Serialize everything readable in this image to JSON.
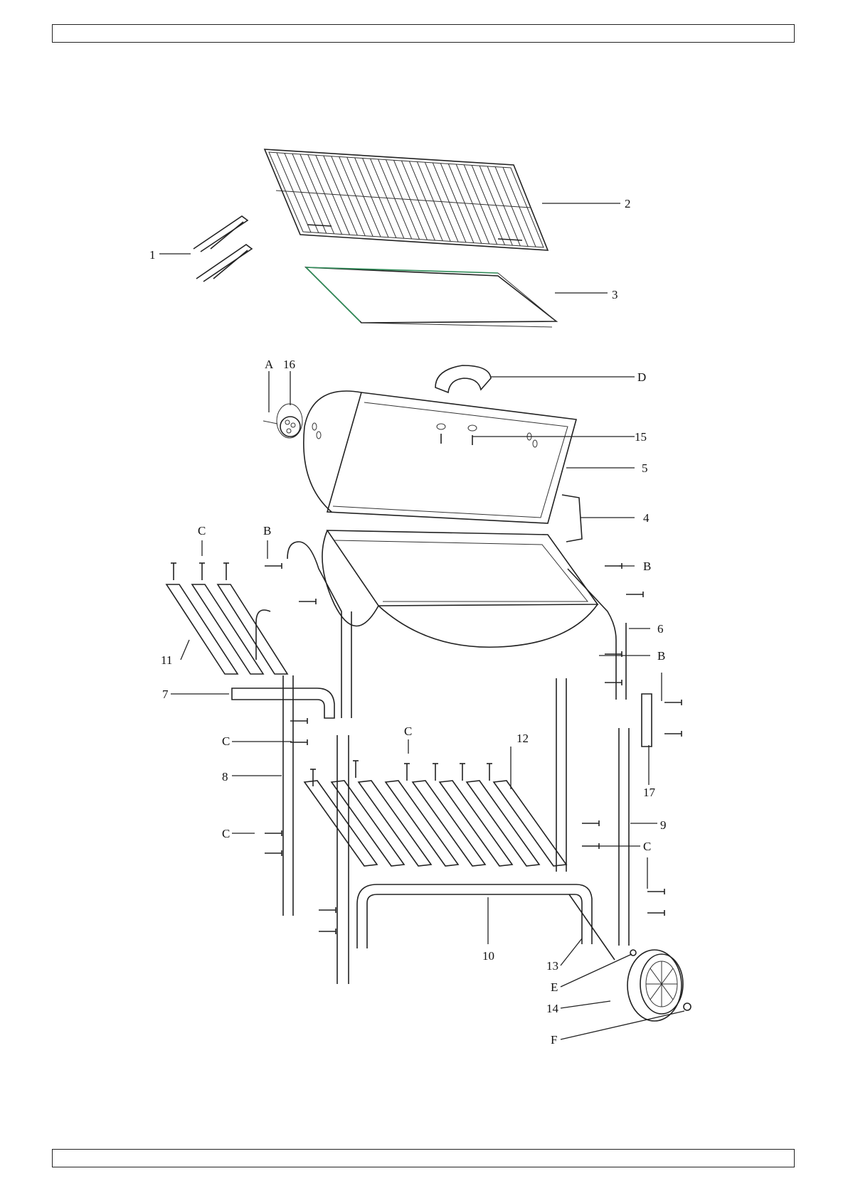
{
  "header": {
    "text": ""
  },
  "footer": {
    "text": ""
  },
  "callouts": [
    {
      "id": "c1",
      "text": "1"
    },
    {
      "id": "c2",
      "text": "2"
    },
    {
      "id": "c3",
      "text": "3"
    },
    {
      "id": "cA",
      "text": "A"
    },
    {
      "id": "c16",
      "text": "16"
    },
    {
      "id": "cD",
      "text": "D"
    },
    {
      "id": "c15",
      "text": "15"
    },
    {
      "id": "c5",
      "text": "5"
    },
    {
      "id": "c4",
      "text": "4"
    },
    {
      "id": "cC1",
      "text": "C"
    },
    {
      "id": "cB1",
      "text": "B"
    },
    {
      "id": "cB2",
      "text": "B"
    },
    {
      "id": "c6",
      "text": "6"
    },
    {
      "id": "c11",
      "text": "11"
    },
    {
      "id": "cB3",
      "text": "B"
    },
    {
      "id": "c7",
      "text": "7"
    },
    {
      "id": "cC2",
      "text": "C"
    },
    {
      "id": "cC3",
      "text": "C"
    },
    {
      "id": "c12",
      "text": "12"
    },
    {
      "id": "c8",
      "text": "8"
    },
    {
      "id": "c17",
      "text": "17"
    },
    {
      "id": "c9",
      "text": "9"
    },
    {
      "id": "cC4",
      "text": "C"
    },
    {
      "id": "cC5",
      "text": "C"
    },
    {
      "id": "c10",
      "text": "10"
    },
    {
      "id": "c13",
      "text": "13"
    },
    {
      "id": "cE",
      "text": "E"
    },
    {
      "id": "c14",
      "text": "14"
    },
    {
      "id": "cF",
      "text": "F"
    }
  ]
}
